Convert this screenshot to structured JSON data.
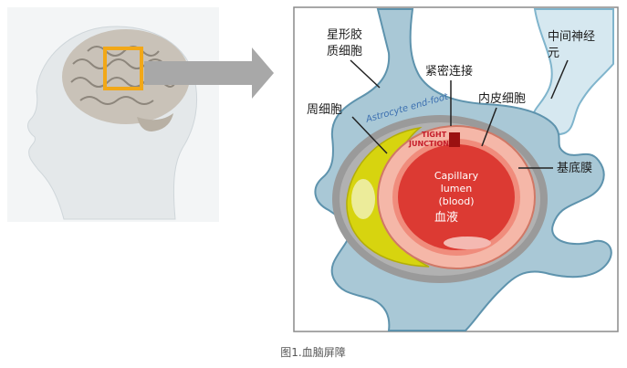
{
  "caption": "图1.血脑屏障",
  "labels": {
    "astrocyte": [
      "星形胶",
      "质细胞"
    ],
    "neuron": [
      "中间神经",
      "元"
    ],
    "tight_junction_cn": "紧密连接",
    "endothelial": "内皮细胞",
    "pericyte": "周细胞",
    "basement_membrane": "基底膜",
    "astrocyte_endfoot_en": "Astrocyte end-foot",
    "tight_junction_en": [
      "TIGHT",
      "JUNCTION"
    ],
    "lumen_en": [
      "Capillary",
      "lumen",
      "(blood)"
    ],
    "blood_cn": "血液"
  },
  "colors": {
    "astrocyte": "#9fc3d3",
    "endothelium": "#f5b7a8",
    "lumen": "#dc3a33",
    "pericyte": "#d7d40f",
    "basement_membrane": "#9a9a9a",
    "highlight_box": "#f2a818",
    "arrow": "#a8a8a8",
    "neuron": "#a9cfe0"
  }
}
